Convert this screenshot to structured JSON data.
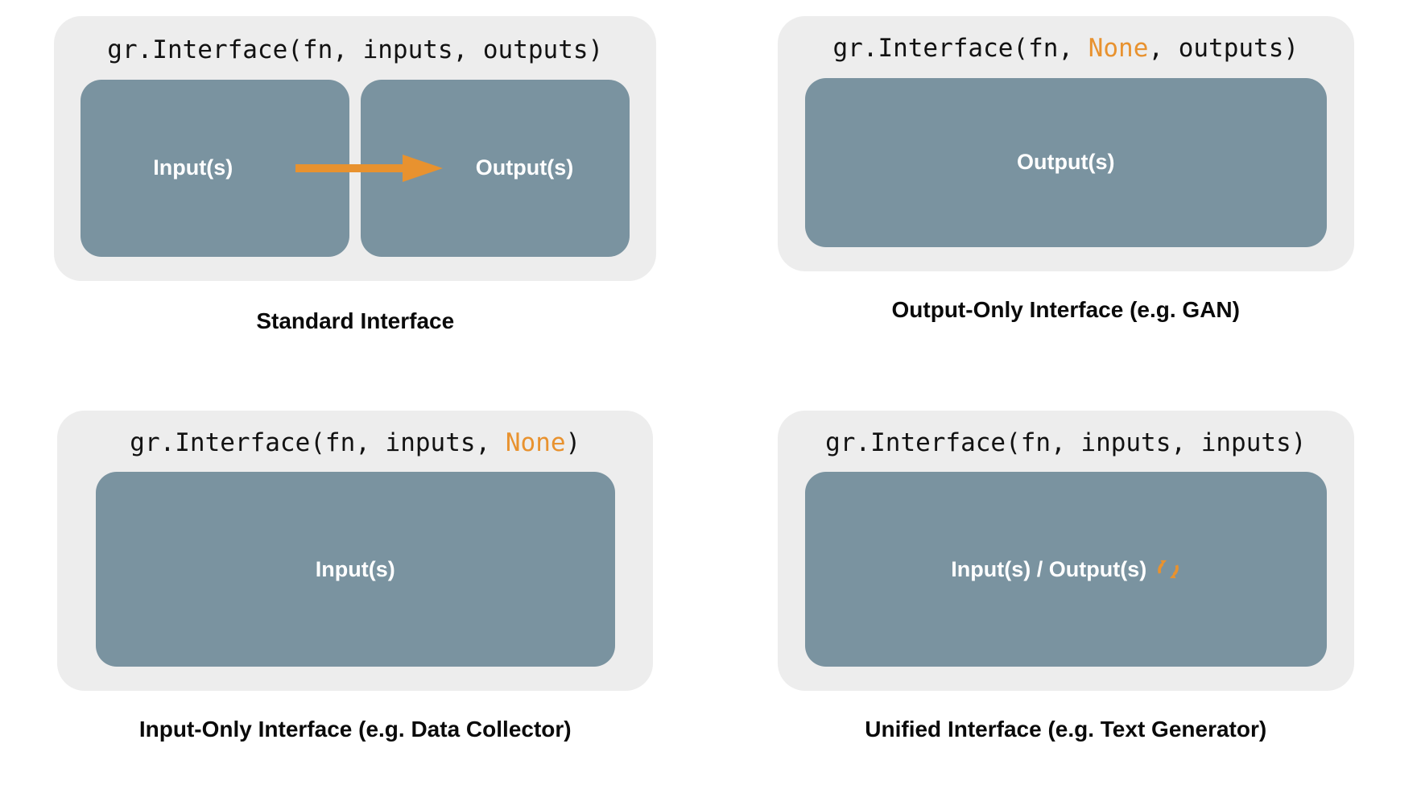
{
  "theme": {
    "page_background": "#ffffff",
    "card_background": "#ededed",
    "box_fill": "#7a93a0",
    "accent_orange": "#e8922f",
    "code_text": "#121212",
    "box_text": "#ffffff",
    "caption_text": "#0a0a0a"
  },
  "panels": [
    {
      "id": "standard",
      "code": {
        "prefix": "gr.Interface(fn, inputs, outputs)",
        "segments": [
          {
            "text": "gr.Interface(fn, inputs, outputs)",
            "accent": false
          }
        ]
      },
      "boxes": [
        {
          "label": "Input(s)"
        },
        {
          "label": "Output(s)"
        }
      ],
      "arrow": {
        "name": "flow-arrow-right",
        "color": "#e8922f",
        "direction": "right"
      },
      "caption": "Standard Interface"
    },
    {
      "id": "output-only",
      "code": {
        "segments": [
          {
            "text": "gr.Interface(fn, ",
            "accent": false
          },
          {
            "text": "None",
            "accent": true
          },
          {
            "text": ", outputs)",
            "accent": false
          }
        ]
      },
      "boxes": [
        {
          "label": "Output(s)"
        }
      ],
      "caption": "Output-Only Interface (e.g. GAN)"
    },
    {
      "id": "input-only",
      "code": {
        "segments": [
          {
            "text": "gr.Interface(fn, inputs, ",
            "accent": false
          },
          {
            "text": "None",
            "accent": true
          },
          {
            "text": ")",
            "accent": false
          }
        ]
      },
      "boxes": [
        {
          "label": "Input(s)"
        }
      ],
      "caption": "Input-Only Interface (e.g. Data Collector)"
    },
    {
      "id": "unified",
      "code": {
        "segments": [
          {
            "text": "gr.Interface(fn, inputs, inputs)",
            "accent": false
          }
        ]
      },
      "boxes": [
        {
          "label": "Input(s) / Output(s)",
          "icon": "cycle-loop-icon"
        }
      ],
      "caption": "Unified Interface (e.g. Text Generator)"
    }
  ]
}
